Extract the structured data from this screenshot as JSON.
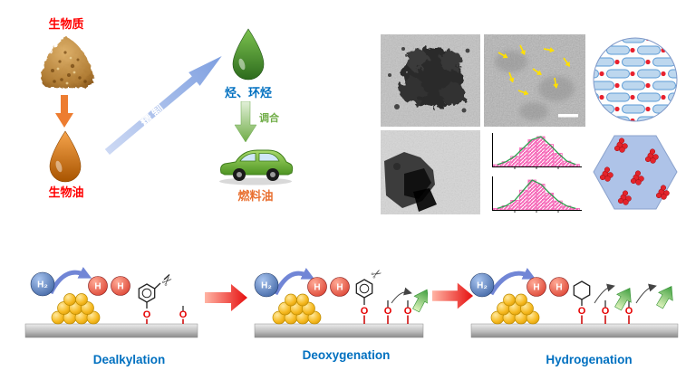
{
  "flow": {
    "biomass_label": "生物质",
    "bio_oil_label": "生物油",
    "refine_label": "精制",
    "hydrocarbons_label": "烃、环烃",
    "blend_label": "调合",
    "fuel_oil_label": "燃料油"
  },
  "mechanism": {
    "h2_label": "H₂",
    "h_label": "H",
    "o_label": "O",
    "steps": [
      {
        "label": "Dealkylation"
      },
      {
        "label": "Deoxygenation"
      },
      {
        "label": "Hydrogenation"
      }
    ]
  },
  "icons": {
    "scissors": "✂"
  },
  "colors": {
    "label_red": "#ff0000",
    "label_blue": "#0070c0",
    "label_orange": "#e97132",
    "step_label_blue": "#0070c0",
    "gold_particle": "#f6b91f",
    "h2_circle_blue": "#2f5597",
    "h_circle_red": "#d63020",
    "oxygen_red": "#e60000",
    "histogram_bar_pink": "#f668b8",
    "histogram_curve_green": "#2e9e4f",
    "schematic_pill_blue": "#bdd7ee",
    "hexagon_blue": "#aec3e8",
    "cluster_dot_red": "#e3242b",
    "marker_arrow_yellow": "#ffe000"
  },
  "chart_data": [
    {
      "type": "bar",
      "values": [
        6,
        16,
        34,
        62,
        90,
        100,
        74,
        44,
        18,
        7
      ],
      "bar_color": "#f668b8",
      "curve_color": "#2e9e4f"
    },
    {
      "type": "bar",
      "values": [
        5,
        14,
        32,
        66,
        100,
        86,
        56,
        30,
        13,
        5
      ],
      "bar_color": "#f668b8",
      "curve_color": "#2e9e4f"
    }
  ]
}
